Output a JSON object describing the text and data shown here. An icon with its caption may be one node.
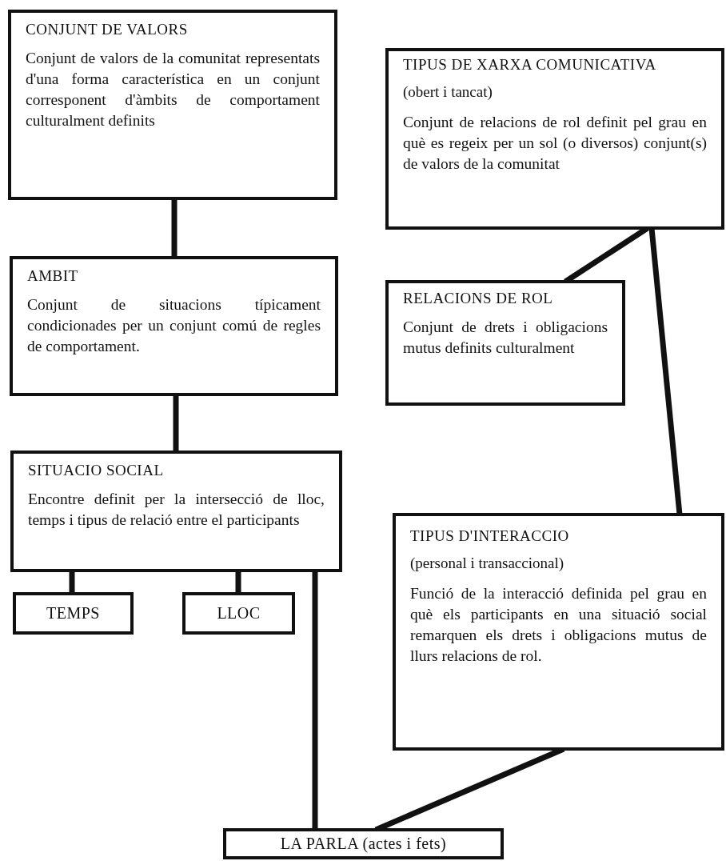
{
  "diagram": {
    "nodes": [
      {
        "text": [
          "CONJUNT DE VALORS",
          "Conjunt de valors de la comunitat representats d'una forma característica en un conjunt corresponent d'àmbits de comportament culturalment definits"
        ]
      },
      {
        "text": [
          "AMBIT",
          "Conjunt de situacions típicament condicionades per un conjunt comú de regles de comportament."
        ]
      },
      {
        "text": [
          "SITUACIO SOCIAL",
          "Encontre definit per la intersecció de lloc, temps i tipus de relació entre el participants"
        ]
      },
      {
        "text": [
          "TEMPS"
        ]
      },
      {
        "text": [
          "LLOC"
        ]
      },
      {
        "text": [
          "TIPUS DE XARXA COMUNICATIVA",
          "(obert i tancat)",
          "Conjunt de relacions de rol definit pel grau en què es regeix per un sol (o diversos) conjunt(s) de valors de la comunitat"
        ]
      },
      {
        "text": [
          "RELACIONS DE ROL",
          "Conjunt de drets i obligacions mutus definits culturalment"
        ]
      },
      {
        "text": [
          "TIPUS D'INTERACCIO",
          "(personal i transaccional)",
          "Funció de la interacció definida pel grau en què els participants en una situació social remarquen els drets i obligacions mutus de llurs relacions de rol."
        ]
      },
      {
        "text": [
          "LA PARLA (actes i fets)"
        ]
      }
    ],
    "edges": [
      {
        "from": 0,
        "to": 1,
        "arrow": "none"
      },
      {
        "from": 1,
        "to": 2,
        "arrow": "none"
      },
      {
        "from": 2,
        "to": 3,
        "arrow": "none"
      },
      {
        "from": 2,
        "to": 4,
        "arrow": "none"
      },
      {
        "from": 2,
        "to": 8,
        "arrow": "none"
      },
      {
        "from": 5,
        "to": 6,
        "arrow": "none"
      },
      {
        "from": 5,
        "to": 7,
        "arrow": "none"
      },
      {
        "from": 7,
        "to": 8,
        "arrow": "none"
      }
    ]
  }
}
